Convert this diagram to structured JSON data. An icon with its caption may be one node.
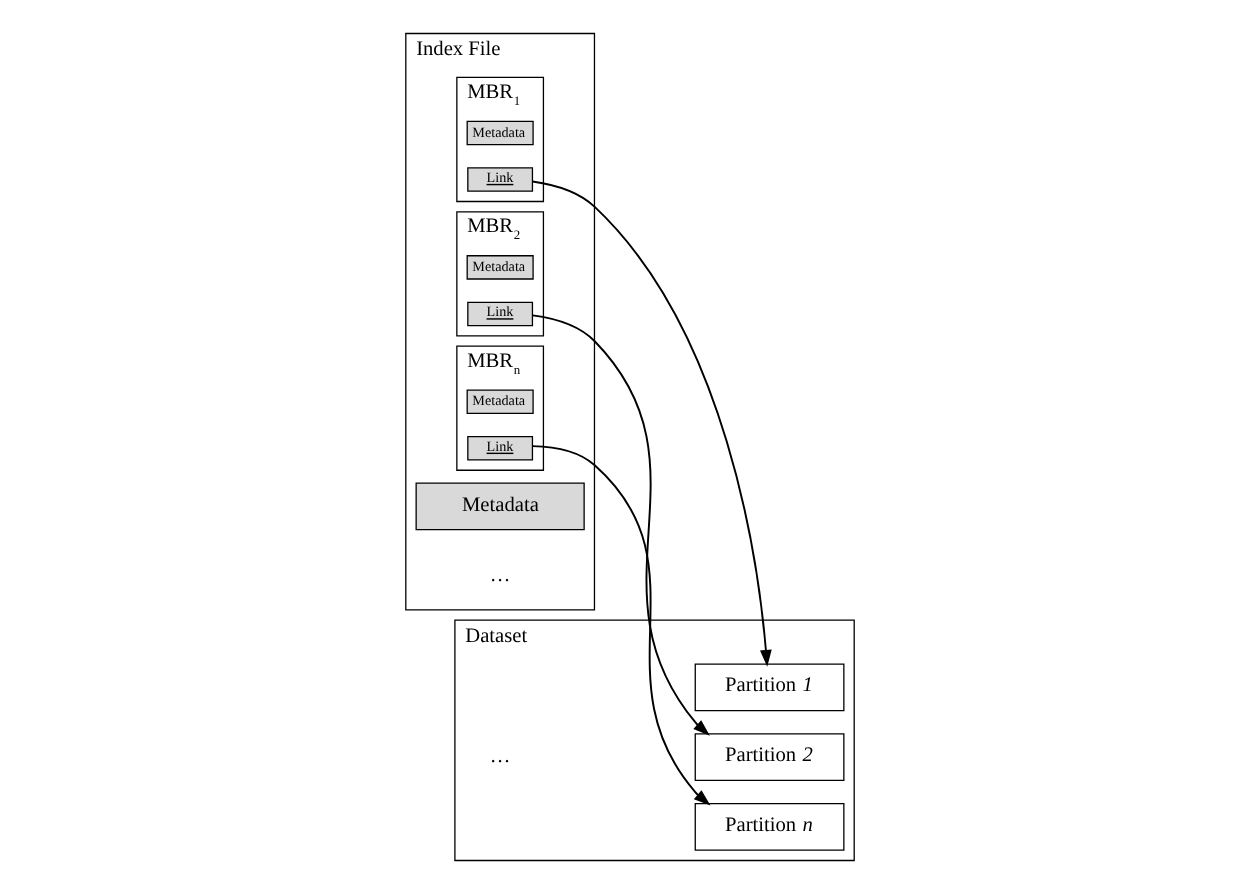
{
  "diagram": {
    "nodes": [
      {
        "text": [
          "Index File"
        ]
      },
      {
        "text": [
          "Metadata"
        ],
        "in": 0
      },
      {
        "text": [
          "MBR$_{1}$"
        ],
        "in": 0
      },
      {
        "text": [
          "Metadata"
        ],
        "in": 2
      },
      {
        "text": [
          "Link"
        ],
        "in": 2
      },
      {
        "text": [
          "MBR$_{2}$"
        ],
        "in": 0
      },
      {
        "text": [
          "Metadata"
        ],
        "in": 5
      },
      {
        "text": [
          "Link"
        ],
        "in": 5
      },
      {
        "text": [
          "MBR$_{n}$"
        ],
        "in": 0
      },
      {
        "text": [
          "Metadata"
        ],
        "in": 8
      },
      {
        "text": [
          "Link"
        ],
        "in": 8
      },
      {
        "text": [
          "Dataset"
        ]
      },
      {
        "text": [
          "Partition *1*"
        ],
        "in": 11
      },
      {
        "text": [
          "Partition *2*"
        ],
        "in": 11
      },
      {
        "text": [
          "Partition *n*"
        ],
        "in": 11
      }
    ],
    "edges": [
      {
        "from": 4,
        "to": 12,
        "arrow": "to"
      },
      {
        "from": 7,
        "to": 13,
        "arrow": "to"
      },
      {
        "from": 10,
        "to": 14,
        "arrow": "to"
      }
    ],
    "labels": [
      "…",
      "…"
    ]
  }
}
